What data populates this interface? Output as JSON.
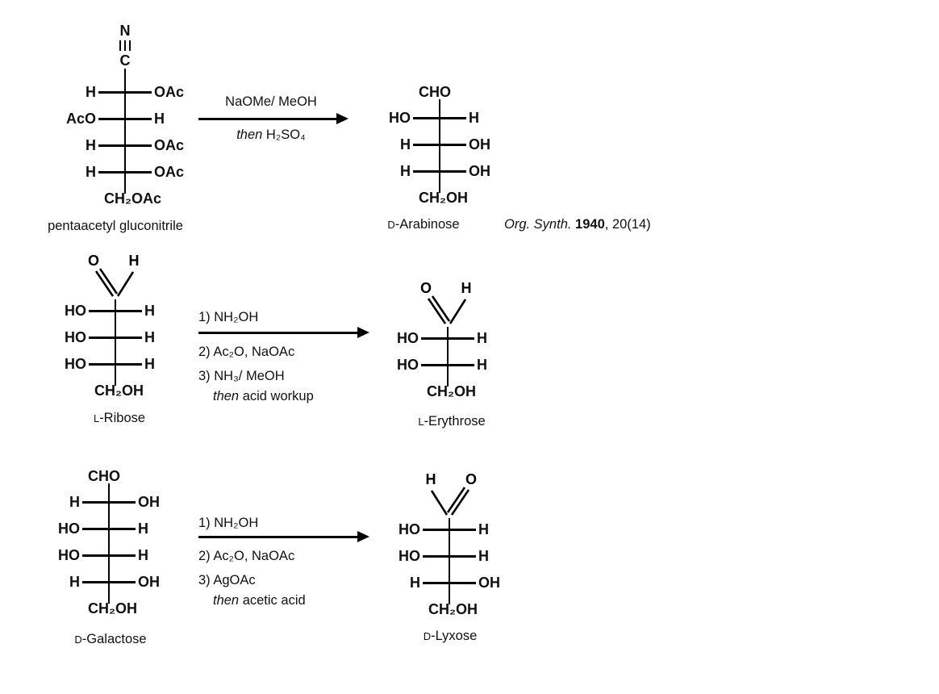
{
  "schemes": [
    {
      "reactant": {
        "name": "pentaacetyl gluconitrile",
        "nitrile_n": "N",
        "nitrile_c": "C",
        "rows": [
          {
            "left": "H",
            "right": "OAc"
          },
          {
            "left": "AcO",
            "right": "H"
          },
          {
            "left": "H",
            "right": "OAc"
          },
          {
            "left": "H",
            "right": "OAc"
          }
        ],
        "bottom": "CH₂OAc"
      },
      "arrow": {
        "above": "NaOMe/ MeOH",
        "below_italic": "then",
        "below_text": " H₂SO₄"
      },
      "product": {
        "name_prefix": "D",
        "name_rest": "-Arabinose",
        "top": "CHO",
        "rows": [
          {
            "left": "HO",
            "right": "H"
          },
          {
            "left": "H",
            "right": "OH"
          },
          {
            "left": "H",
            "right": "OH"
          }
        ],
        "bottom": "CH₂OH"
      },
      "reference": {
        "italic": "Org. Synth.",
        "bold": " 1940",
        "rest": ", 20(14)"
      }
    },
    {
      "reactant": {
        "name_prefix": "L",
        "name_rest": "-Ribose",
        "aldehyde_o": "O",
        "aldehyde_h": "H",
        "rows": [
          {
            "left": "HO",
            "right": "H"
          },
          {
            "left": "HO",
            "right": "H"
          },
          {
            "left": "HO",
            "right": "H"
          }
        ],
        "bottom": "CH₂OH"
      },
      "arrow": {
        "above": "1) NH₂OH",
        "below_line1": "2) Ac₂O, NaOAc",
        "below_line2": "3) NH₃/ MeOH",
        "below_line3_italic": "then",
        "below_line3_text": " acid workup"
      },
      "product": {
        "name_prefix": "L",
        "name_rest": "-Erythrose",
        "aldehyde_o": "O",
        "aldehyde_h": "H",
        "rows": [
          {
            "left": "HO",
            "right": "H"
          },
          {
            "left": "HO",
            "right": "H"
          }
        ],
        "bottom": "CH₂OH"
      }
    },
    {
      "reactant": {
        "name_prefix": "D",
        "name_rest": "-Galactose",
        "top": "CHO",
        "rows": [
          {
            "left": "H",
            "right": "OH"
          },
          {
            "left": "HO",
            "right": "H"
          },
          {
            "left": "HO",
            "right": "H"
          },
          {
            "left": "H",
            "right": "OH"
          }
        ],
        "bottom": "CH₂OH"
      },
      "arrow": {
        "above": "1) NH₂OH",
        "below_line1": "2) Ac₂O, NaOAc",
        "below_line2": "3) AgOAc",
        "below_line3_italic": "then",
        "below_line3_text": " acetic acid"
      },
      "product": {
        "name_prefix": "D",
        "name_rest": "-Lyxose",
        "aldehyde_o": "O",
        "aldehyde_h": "H",
        "rows": [
          {
            "left": "HO",
            "right": "H"
          },
          {
            "left": "HO",
            "right": "H"
          },
          {
            "left": "H",
            "right": "OH"
          }
        ],
        "bottom": "CH₂OH"
      }
    }
  ]
}
